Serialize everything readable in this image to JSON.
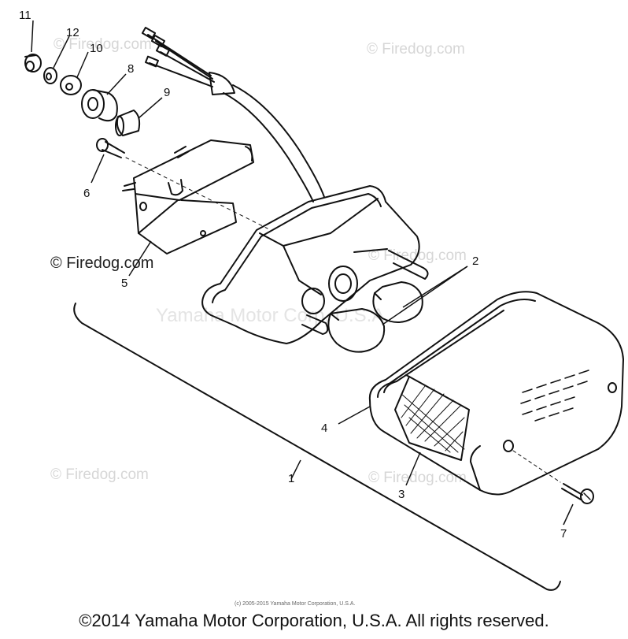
{
  "callouts": {
    "p1": "1",
    "p2": "2",
    "p3": "3",
    "p4": "4",
    "p5": "5",
    "p6": "6",
    "p7": "7",
    "p8": "8",
    "p9": "9",
    "p10": "10",
    "p11": "11",
    "p12": "12"
  },
  "watermarks": {
    "firedog": "© Firedog.com",
    "center": "Yamaha Motor Corp. U.S.A."
  },
  "small_copyright": "(c) 2005-2015 Yamaha Motor Corporation, U.S.A.",
  "footer": "©2014 Yamaha Motor Corporation, U.S.A. All rights reserved.",
  "colors": {
    "line": "#111111",
    "watermark": "#d6d6d6",
    "background": "#ffffff"
  }
}
